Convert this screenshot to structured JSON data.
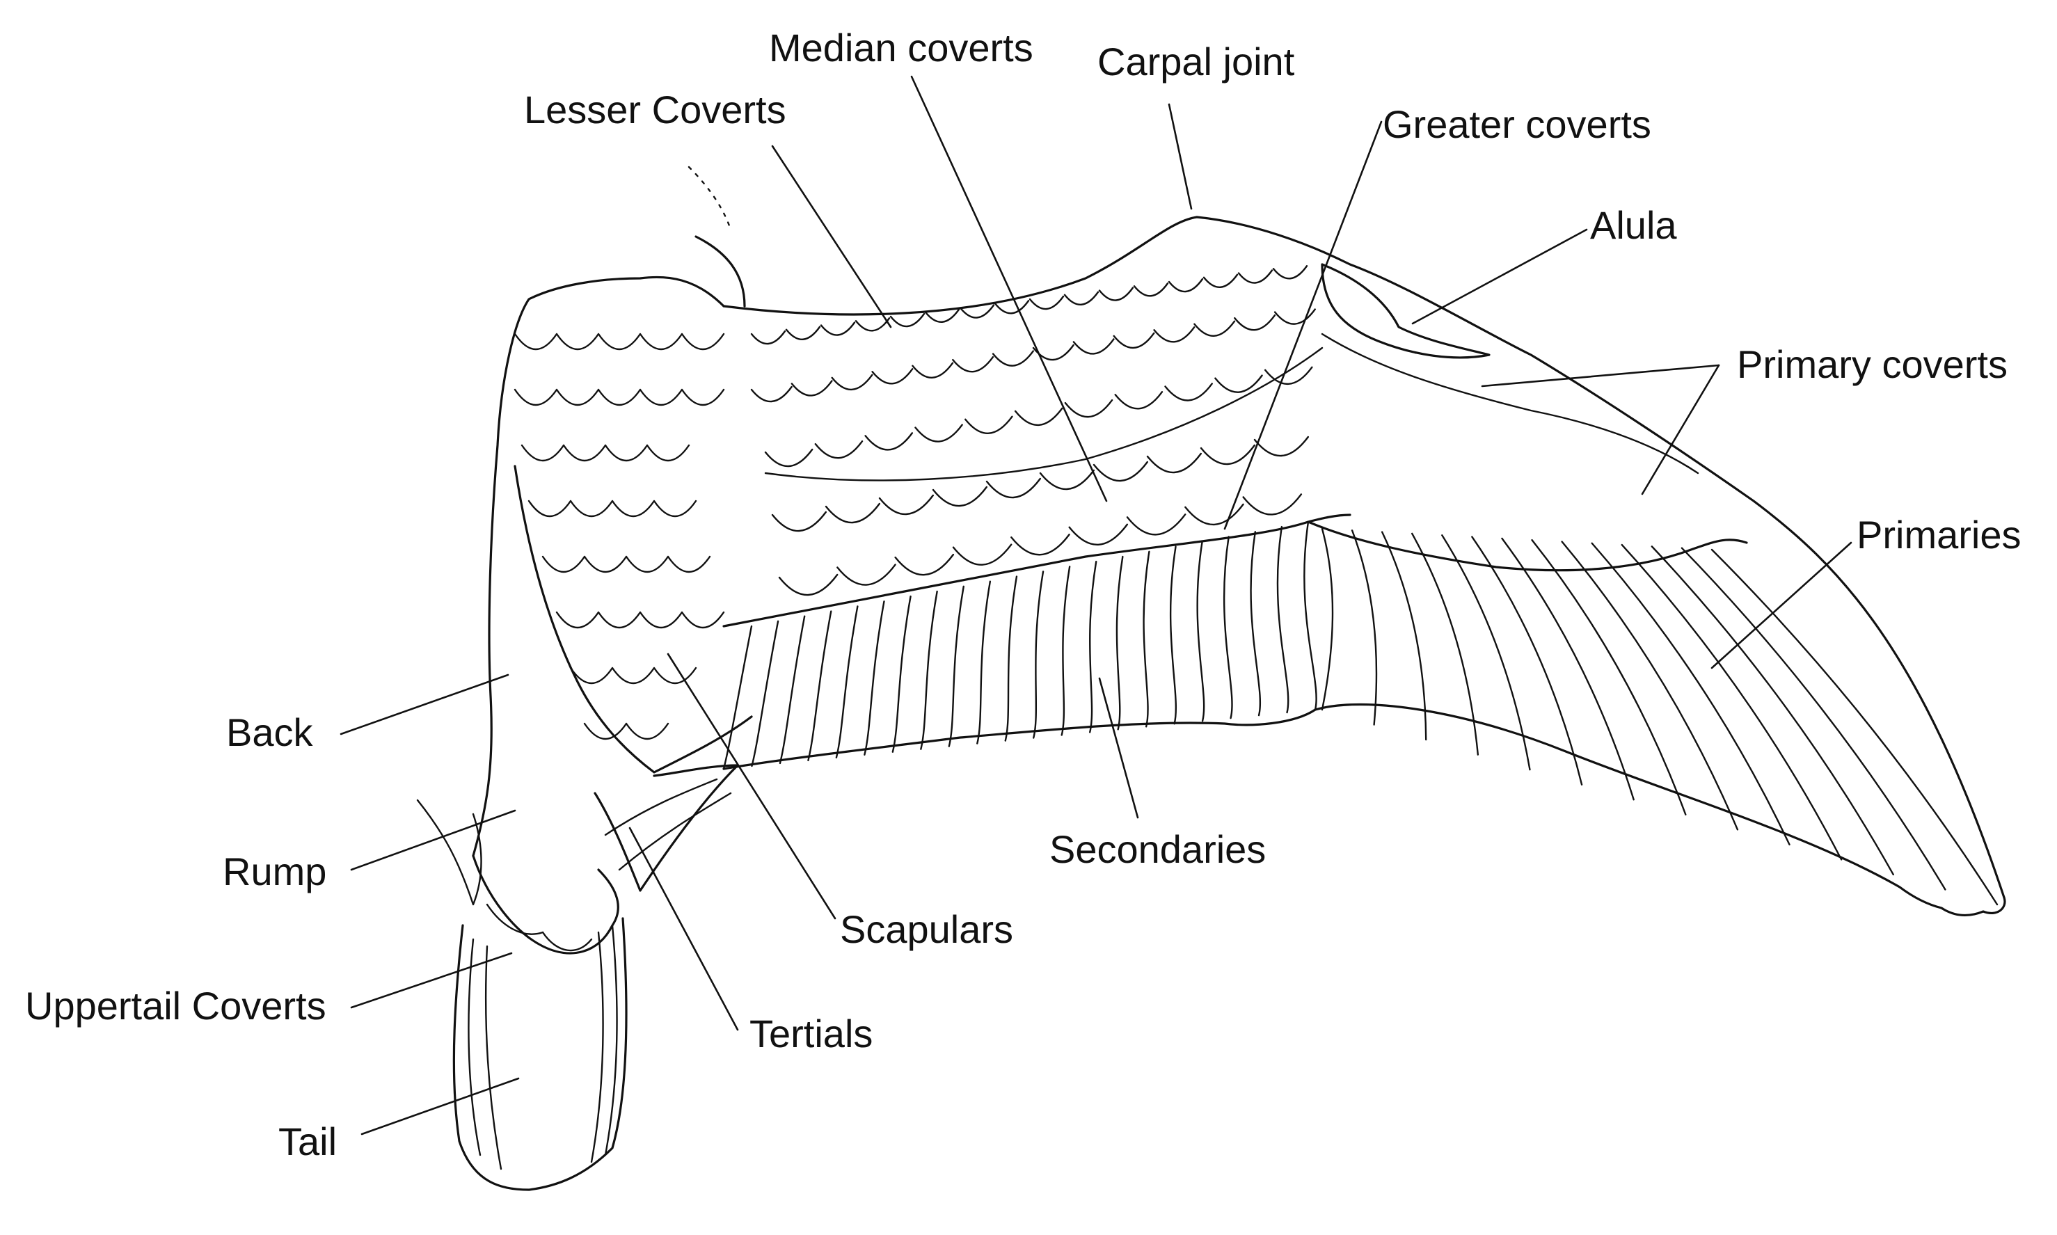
{
  "diagram": {
    "labels": {
      "median_coverts": "Median coverts",
      "carpal_joint": "Carpal joint",
      "lesser_coverts": "Lesser Coverts",
      "greater_coverts": "Greater coverts",
      "alula": "Alula",
      "primary_coverts": "Primary coverts",
      "primaries": "Primaries",
      "back": "Back",
      "rump": "Rump",
      "uppertail_coverts": "Uppertail Coverts",
      "tail": "Tail",
      "scapulars": "Scapulars",
      "tertials": "Tertials",
      "secondaries": "Secondaries"
    },
    "line_color": "#111111",
    "background": "#ffffff"
  }
}
